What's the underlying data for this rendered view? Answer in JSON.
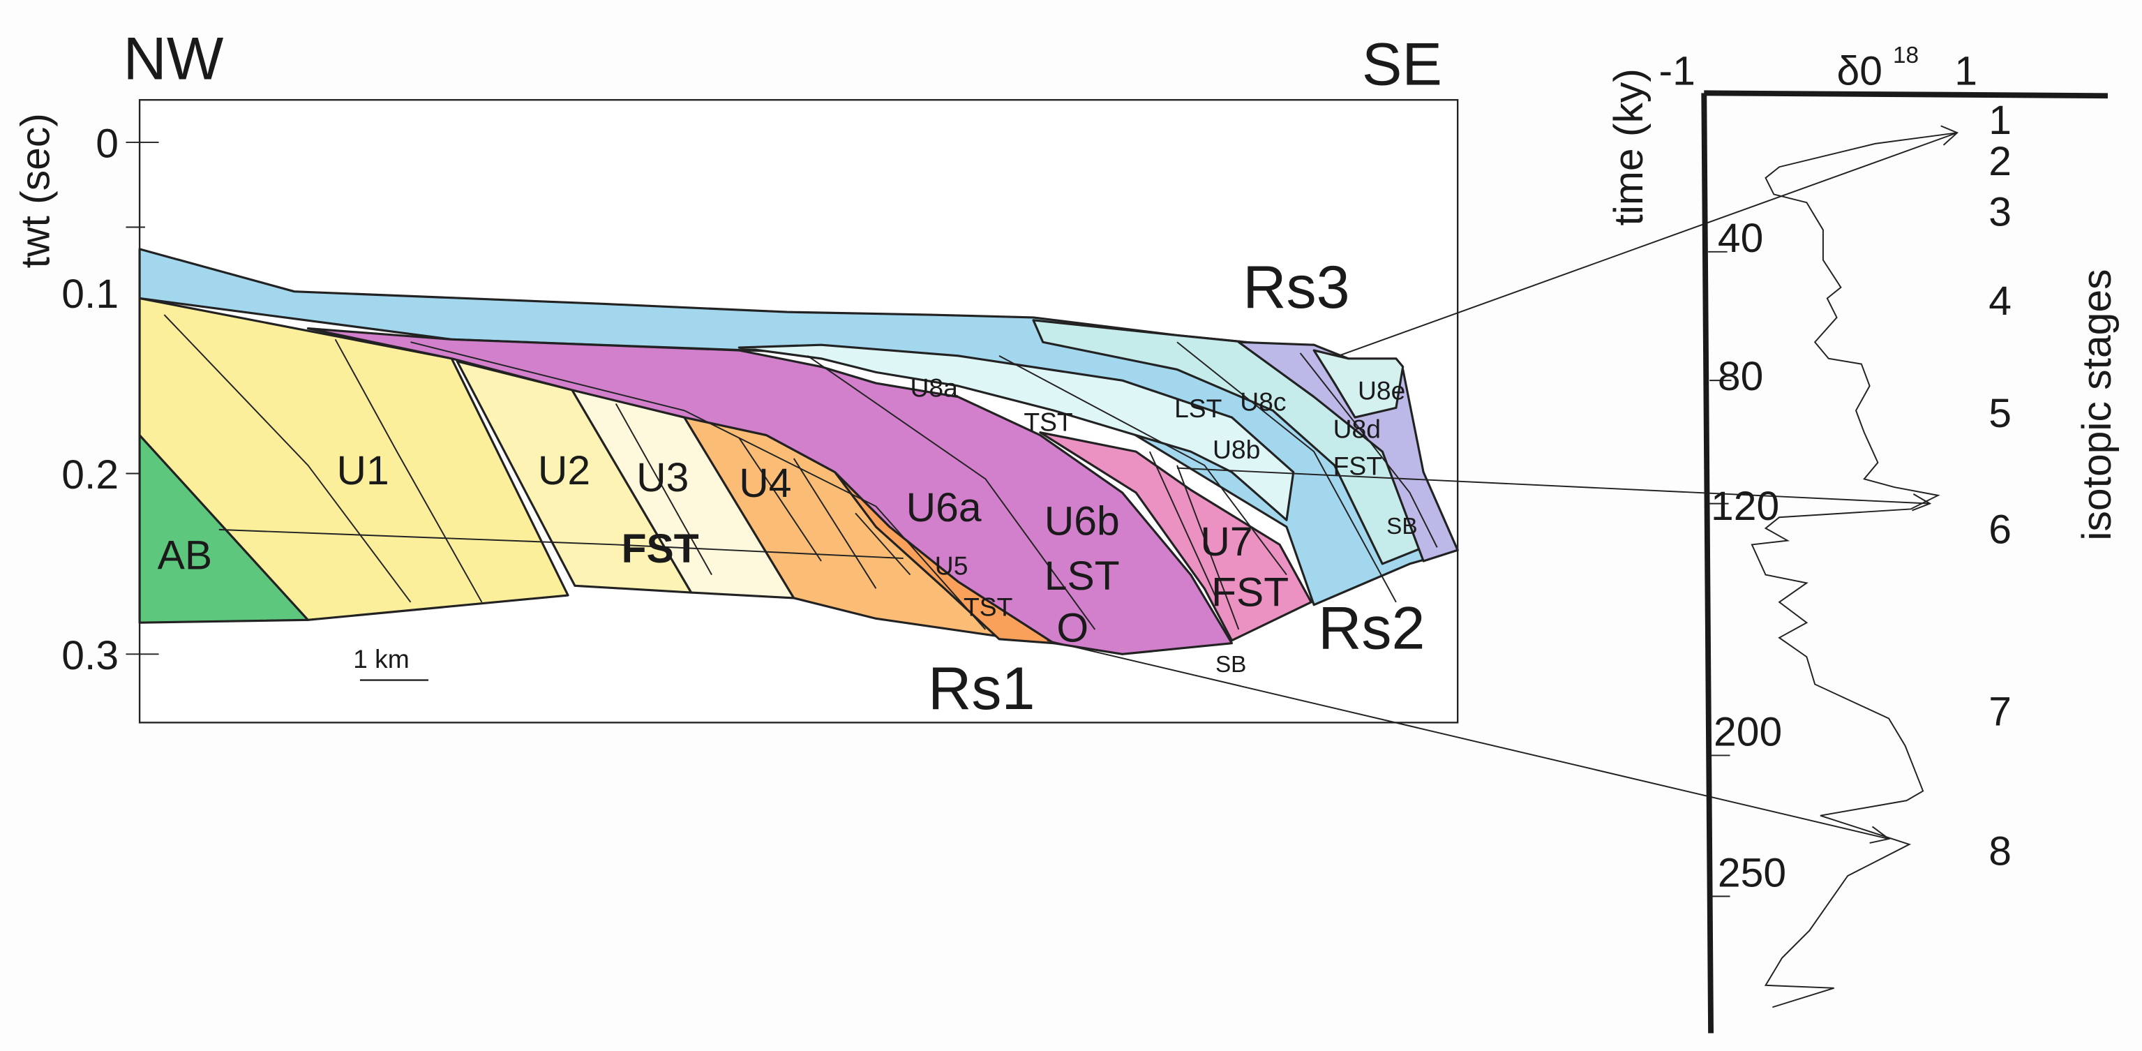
{
  "section": {
    "direction_left": "NW",
    "direction_right": "SE",
    "y_axis_label": "twt (sec)",
    "y_ticks": [
      "0",
      "0.1",
      "0.2",
      "0.3"
    ],
    "scale_bar": "1 km",
    "units": {
      "AB": "AB",
      "U1": "U1",
      "U2": "U2",
      "U3": "U3",
      "U4": "U4",
      "U5": "U5",
      "U6a": "U6a",
      "U6b": "U6b",
      "U7": "U7",
      "U8a": "U8a",
      "U8b": "U8b",
      "U8c": "U8c",
      "U8d": "U8d",
      "U8e": "U8e"
    },
    "systems_tracts": {
      "fst_main": "FST",
      "tst_u5": "TST",
      "lst_u6b": "LST",
      "fst_u7": "FST",
      "tst_u8": "TST",
      "lst_u8": "LST",
      "fst_u8d": "FST",
      "sb_bottom": "SB",
      "sb_right": "SB",
      "o_mark": "O"
    },
    "surfaces": {
      "rs1": "Rs1",
      "rs2": "Rs2",
      "rs3": "Rs3"
    },
    "colors": {
      "AB": "#5ec77e",
      "U1": "#fbef9c",
      "U2": "#fdf3b4",
      "U3": "#fef8dc",
      "U4": "#fbbd76",
      "U5": "#f9a15a",
      "U6": "#d27fcc",
      "U7": "#ec92c3",
      "U8_blue": "#a3d7ee",
      "U8_light": "#dff6f7",
      "U8c": "#c5ecea",
      "U8d": "#bcb9e8",
      "U8e": "#d5f1ef"
    }
  },
  "isotope_curve": {
    "time_axis_label": "time (ky)",
    "delta_label": "δ0",
    "delta_superscript": "18",
    "x_min_label": "-1",
    "x_max_label": "1",
    "time_ticks": [
      "40",
      "80",
      "120",
      "200",
      "250"
    ],
    "stages_label": "isotopic stages",
    "stages": [
      "1",
      "2",
      "3",
      "4",
      "5",
      "6",
      "7",
      "8"
    ]
  }
}
